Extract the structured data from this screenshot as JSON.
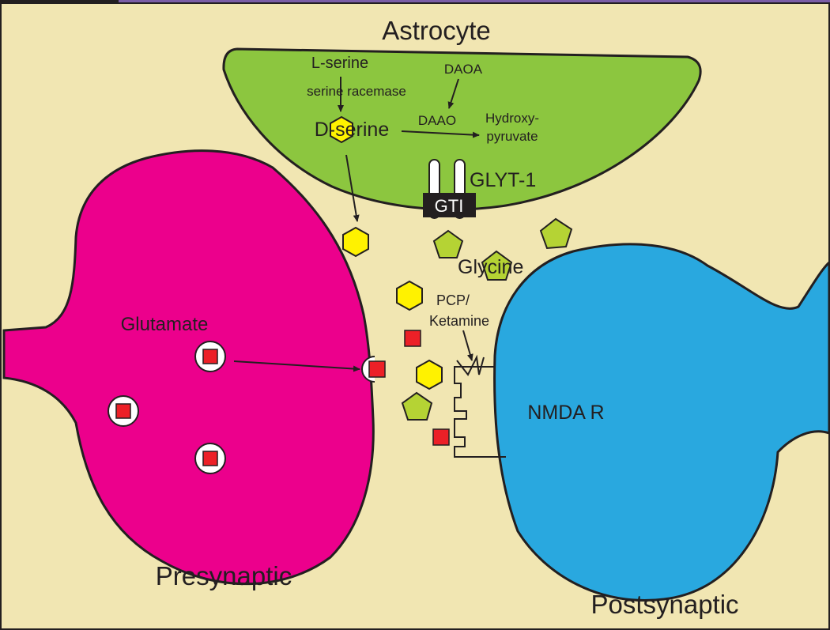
{
  "colors": {
    "background": "#f1e6b2",
    "astrocyte": "#8cc63f",
    "presynaptic": "#ec008c",
    "postsynaptic": "#29a8df",
    "dserine": "#fff200",
    "glycine": "#b5d334",
    "glutamate": "#ec2027",
    "outline": "#231f20",
    "top_bar": "#7b5ea7"
  },
  "labels": {
    "astrocyte": "Astrocyte",
    "l_serine": "L-serine",
    "serine_racemase": "serine racemase",
    "d_serine": "D-serine",
    "daoa": "DAOA",
    "daao": "DAAO",
    "hydroxy_line1": "Hydroxy-",
    "hydroxy_line2": "pyruvate",
    "glyt1": "GLYT-1",
    "gti": "GTI",
    "glycine": "Glycine",
    "pcp_line1": "PCP/",
    "pcp_line2": "Ketamine",
    "glutamate": "Glutamate",
    "nmda": "NMDA R",
    "presynaptic": "Presynaptic",
    "postsynaptic": "Postsynaptic"
  }
}
